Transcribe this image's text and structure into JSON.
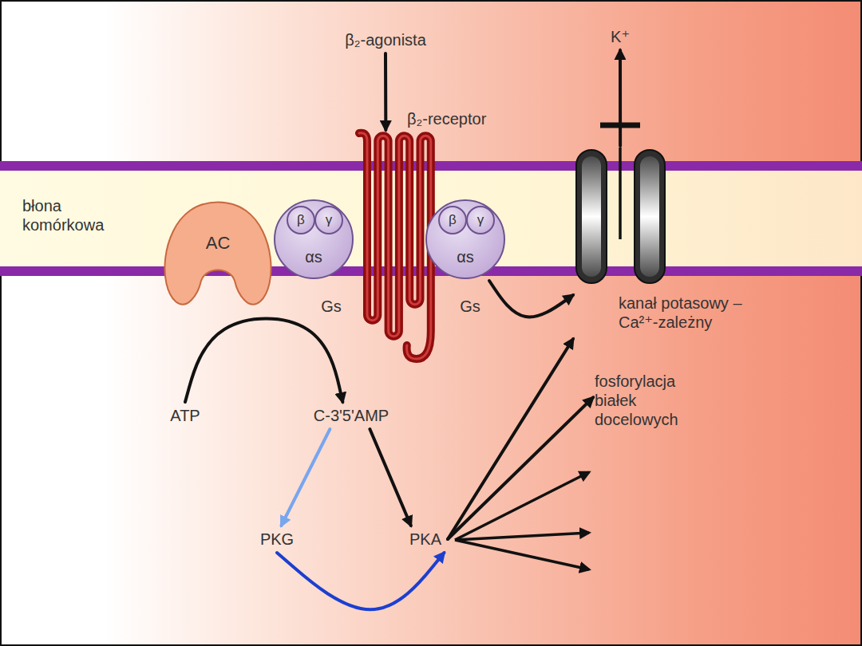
{
  "diagram": {
    "nodes": [
      {
        "text": [
          "β₂-agonista"
        ]
      },
      {
        "text": [
          "K⁺"
        ]
      },
      {
        "text": [
          "β₂-receptor"
        ]
      },
      {
        "text": [
          "błona komórkowa"
        ]
      },
      {
        "text": [
          "AC"
        ]
      },
      {
        "text": [
          "αs",
          "Gs"
        ]
      },
      {
        "text": [
          "β"
        ],
        "in": 5
      },
      {
        "text": [
          "γ"
        ],
        "in": 5
      },
      {
        "text": [
          "αs",
          "Gs"
        ]
      },
      {
        "text": [
          "β"
        ],
        "in": 8
      },
      {
        "text": [
          "γ"
        ],
        "in": 8
      },
      {
        "text": [
          "kanał potasowy – Ca²⁺-zależny"
        ]
      },
      {
        "text": [
          "ATP"
        ]
      },
      {
        "text": [
          "C-3'5'AMP"
        ]
      },
      {
        "text": [
          "fosforylacja białek docelowych"
        ]
      },
      {
        "text": [
          "PKG"
        ]
      },
      {
        "text": [
          "PKA"
        ]
      }
    ],
    "edges": [
      {
        "from": 0,
        "to": 2,
        "arrow": "to"
      },
      {
        "from": 11,
        "to": 1,
        "arrow": "to"
      },
      {
        "from": 8,
        "to": 11,
        "arrow": "to"
      },
      {
        "from": 12,
        "to": 13,
        "arrow": "to"
      },
      {
        "from": 13,
        "to": 15,
        "arrow": "to"
      },
      {
        "from": 13,
        "to": 16,
        "arrow": "to"
      },
      {
        "from": 15,
        "to": 16,
        "arrow": "to"
      },
      {
        "from": 16,
        "to": 11,
        "arrow": "to"
      },
      {
        "from": 16,
        "to": 14,
        "arrow": "to"
      }
    ]
  }
}
